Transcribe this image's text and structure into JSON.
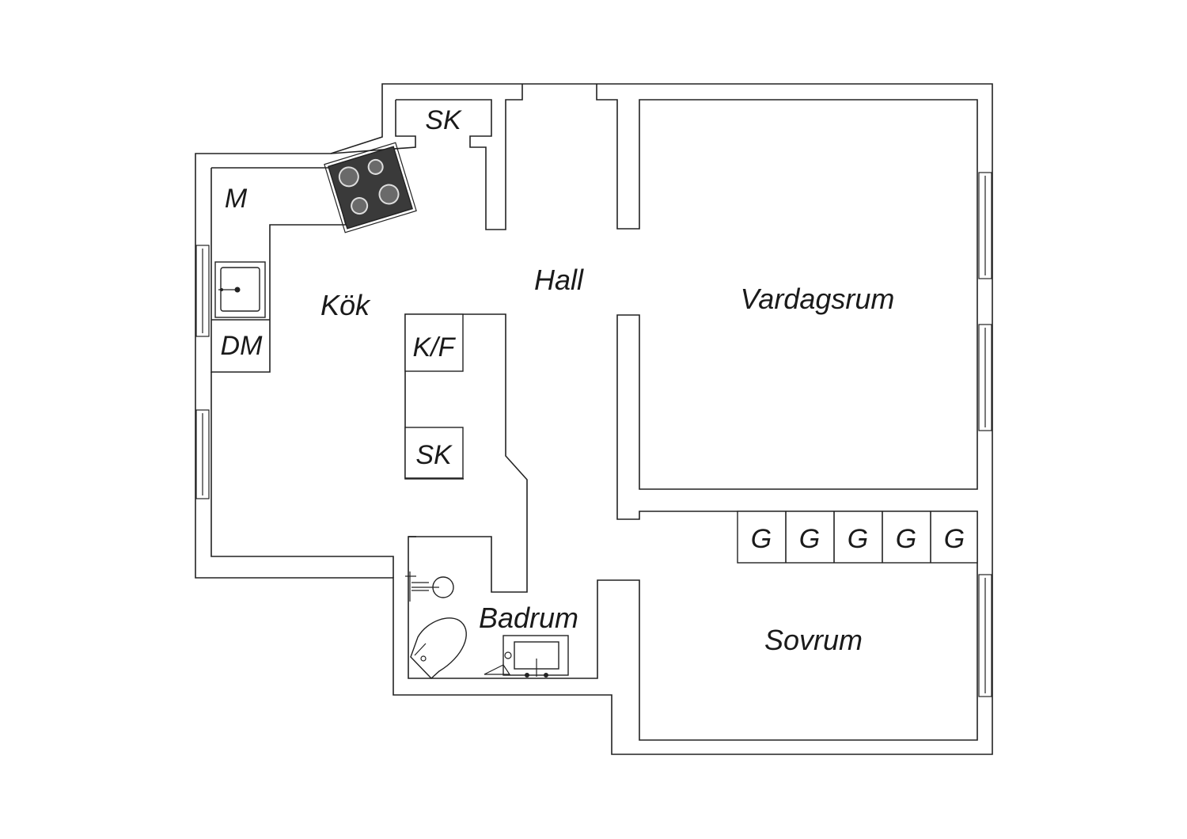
{
  "rooms": {
    "kitchen": "Kök",
    "hall": "Hall",
    "living_room": "Vardagsrum",
    "bathroom": "Badrum",
    "bedroom": "Sovrum"
  },
  "fixtures": {
    "closet_top": "SK",
    "closet_hall": "SK",
    "microwave": "M",
    "dishwasher": "DM",
    "fridge_freezer": "K/F",
    "wardrobes": [
      "G",
      "G",
      "G",
      "G",
      "G"
    ]
  },
  "colors": {
    "line": "#222222",
    "stove": "#3a3a3a",
    "background": "#ffffff"
  }
}
